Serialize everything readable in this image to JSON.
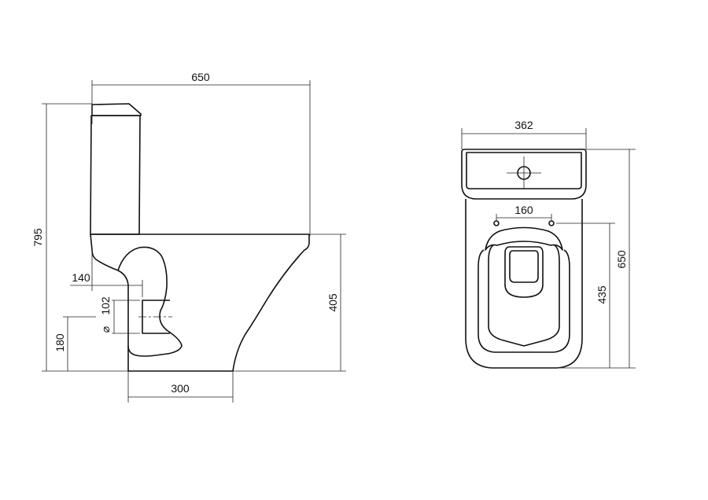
{
  "drawing": {
    "side_view": {
      "dims": {
        "overall_length": "650",
        "overall_height": "795",
        "bowl_height": "405",
        "foot_width": "300",
        "outlet_offset": "140",
        "outlet_diameter": "102",
        "diameter_symbol": "⌀",
        "outlet_height": "180"
      }
    },
    "top_view": {
      "dims": {
        "width": "362",
        "seat_hole_spacing": "160",
        "hole_to_front": "435",
        "depth": "650"
      }
    }
  }
}
